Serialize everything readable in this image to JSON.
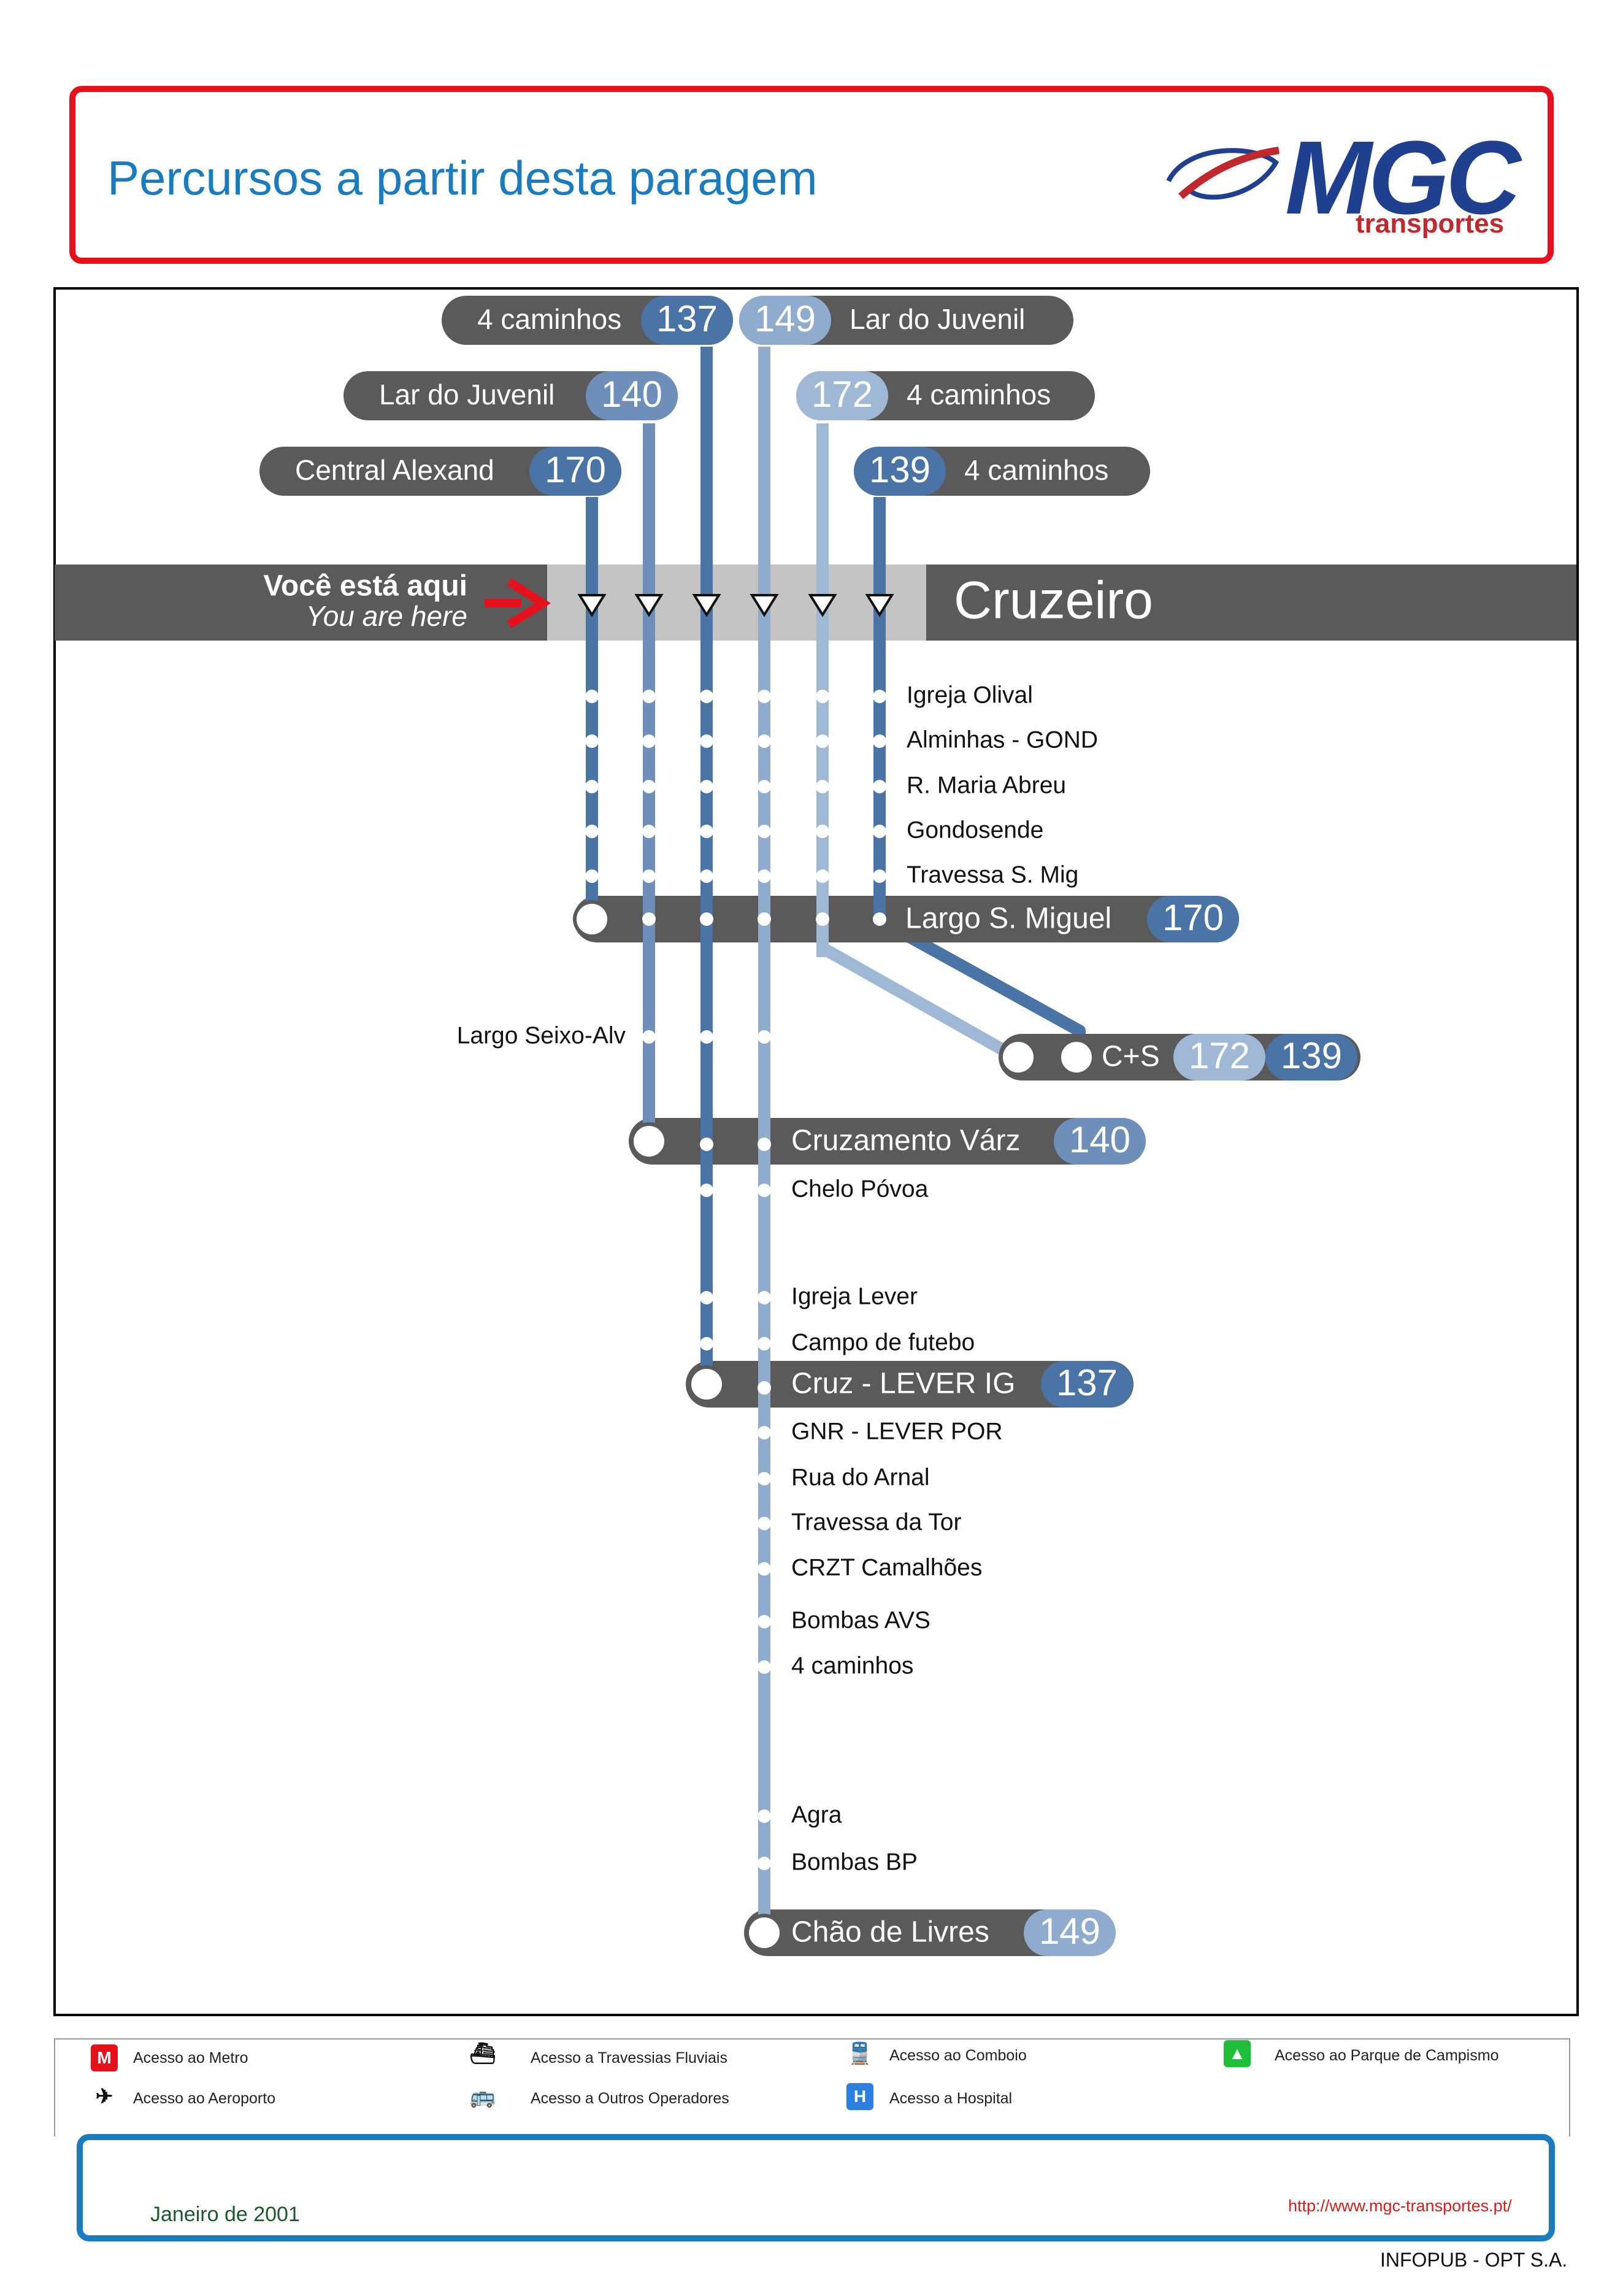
{
  "header": {
    "title": "Percursos a partir desta paragem",
    "logo": {
      "brand": "MGC",
      "sub": "transportes"
    }
  },
  "colors": {
    "line_dark": "#4a73a6",
    "line_mid": "#6d8fba",
    "line_light": "#8fabcd",
    "line_pale": "#9fb8d6",
    "bar_gray": "#5a5a5a",
    "header_red": "#e5121d",
    "footer_blue": "#1b7bbf"
  },
  "here": {
    "label_pt": "Você está aqui",
    "label_en": "You are here",
    "stop": "Cruzeiro"
  },
  "routes": [
    {
      "number": "137",
      "direction": "4 caminhos",
      "shade": "dark"
    },
    {
      "number": "149",
      "direction": "Lar do Juvenil",
      "shade": "light"
    },
    {
      "number": "140",
      "direction": "Lar do Juvenil",
      "shade": "mid"
    },
    {
      "number": "172",
      "direction": "4 caminhos",
      "shade": "pale"
    },
    {
      "number": "170",
      "direction": "Central Alexand",
      "shade": "dark"
    },
    {
      "number": "139",
      "direction": "4 caminhos",
      "shade": "dark"
    }
  ],
  "stops": [
    "Igreja Olival",
    "Alminhas - GOND",
    "R. Maria Abreu",
    "Gondosende",
    "Travessa S. Mig",
    "Largo Seixo-Alv",
    "Chelo Póvoa",
    "Igreja Lever",
    "Campo de futebo",
    "GNR - LEVER POR",
    "Rua do Arnal",
    "Travessa da Tor",
    "CRZT Camalhões",
    "Bombas AVS",
    "4 caminhos",
    "Agra",
    "Bombas BP"
  ],
  "terminals": [
    {
      "name": "Largo S. Miguel",
      "routes": [
        "170"
      ]
    },
    {
      "name": "C+S",
      "routes": [
        "172",
        "139"
      ]
    },
    {
      "name": "Cruzamento Várz",
      "routes": [
        "140"
      ]
    },
    {
      "name": "Cruz - LEVER IG",
      "routes": [
        "137"
      ]
    },
    {
      "name": "Chão de Livres",
      "routes": [
        "149"
      ]
    }
  ],
  "legend": [
    {
      "icon": "metro-icon",
      "label": "Acesso ao Metro",
      "color": "#e5121d"
    },
    {
      "icon": "ferry-icon",
      "label": "Acesso a Travessias Fluviais",
      "color": "#111111"
    },
    {
      "icon": "train-icon",
      "label": "Acesso ao Comboio",
      "color": "#111111"
    },
    {
      "icon": "camping-icon",
      "label": "Acesso ao Parque de Campismo",
      "color": "#1fbf3a"
    },
    {
      "icon": "airplane-icon",
      "label": "Acesso ao Aeroporto",
      "color": "#111111"
    },
    {
      "icon": "bus-icon",
      "label": "Acesso a Outros Operadores",
      "color": "#f07a1a"
    },
    {
      "icon": "hospital-icon",
      "label": "Acesso a Hospital",
      "color": "#2a7fe0"
    }
  ],
  "footer": {
    "date": "Janeiro de 2001",
    "url": "http://www.mgc-transportes.pt/",
    "org": "INFOPUB - OPT S.A."
  }
}
